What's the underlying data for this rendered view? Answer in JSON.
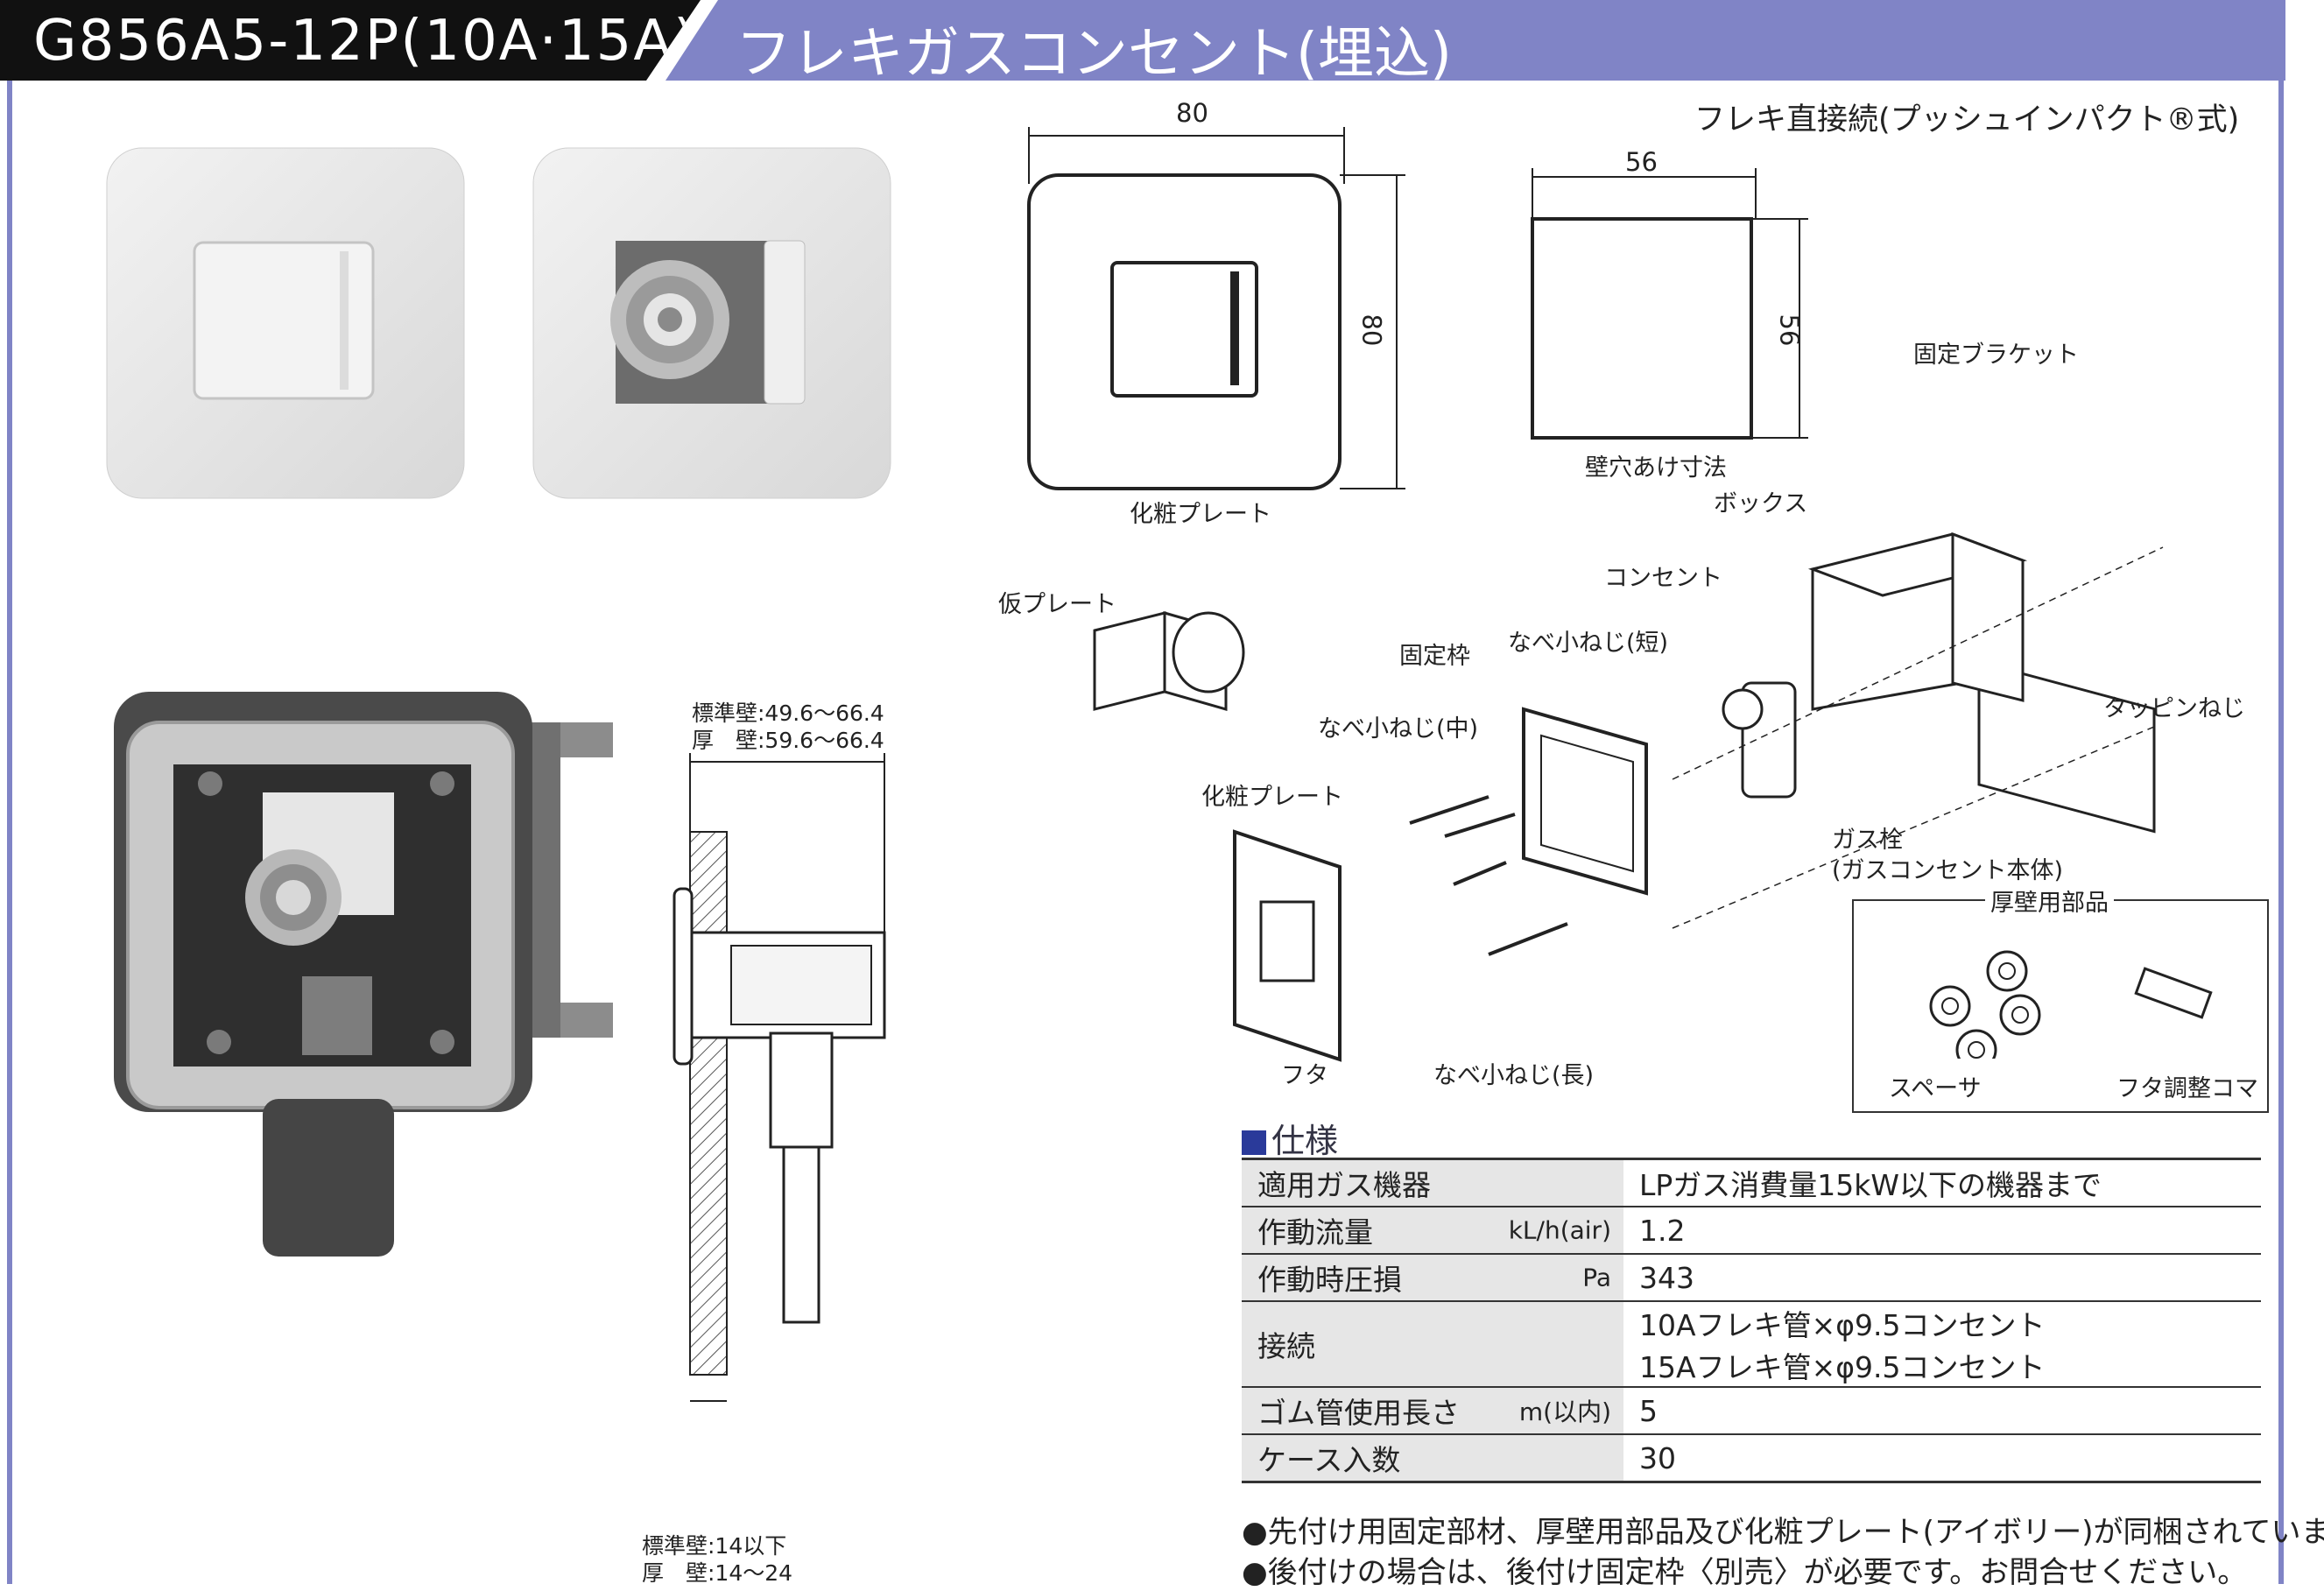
{
  "header": {
    "code": "G856A5-12P(10A·15A)",
    "title": "フレキガスコンセント(埋込)"
  },
  "subtitle": "フレキ直接続(プッシュインパクト®式)",
  "dimensions": {
    "plate_w": "80",
    "plate_h": "80",
    "plate_label": "化粧プレート",
    "hole_w": "56",
    "hole_h": "56",
    "hole_label": "壁穴あけ寸法"
  },
  "section": {
    "top_line1": "標準壁:49.6～66.4",
    "top_line2": "厚　壁:59.6～66.4",
    "bottom_line1": "標準壁:14以下",
    "bottom_line2": "厚　壁:14～24"
  },
  "exploded": {
    "bracket": "固定ブラケット",
    "box": "ボックス",
    "outlet": "コンセント",
    "tapping_screw": "タッピンねじ",
    "frame": "固定枠",
    "screw_short": "なべ小ねじ(短)",
    "screw_mid": "なべ小ねじ(中)",
    "temp_plate": "仮プレート",
    "plate": "化粧プレート",
    "gas_valve_1": "ガス栓",
    "gas_valve_2": "(ガスコンセント本体)",
    "cover": "フタ",
    "screw_long": "なべ小ねじ(長)",
    "thick_parts": "厚壁用部品",
    "spacer": "スペーサ",
    "cover_adjust": "フタ調整コマ"
  },
  "spec": {
    "title": "仕様",
    "rows": [
      {
        "label": "適用ガス機器",
        "unit": "",
        "value": "LPガス消費量15kW以下の機器まで",
        "value2": ""
      },
      {
        "label": "作動流量",
        "unit": "kL/h(air)",
        "value": "1.2",
        "value2": ""
      },
      {
        "label": "作動時圧損",
        "unit": "Pa",
        "value": "343",
        "value2": ""
      },
      {
        "label": "接続",
        "unit": "",
        "value": "10Aフレキ管×φ9.5コンセント",
        "value2": "15Aフレキ管×φ9.5コンセント"
      },
      {
        "label": "ゴム管使用長さ",
        "unit": "m(以内)",
        "value": "5",
        "value2": ""
      },
      {
        "label": "ケース入数",
        "unit": "",
        "value": "30",
        "value2": ""
      }
    ]
  },
  "notes": [
    "●先付け用固定部材、厚壁用部品及び化粧プレート(アイボリー)が同梱されています。",
    "●後付けの場合は、後付け固定枠〈別売〉が必要です。お問合せください。"
  ]
}
